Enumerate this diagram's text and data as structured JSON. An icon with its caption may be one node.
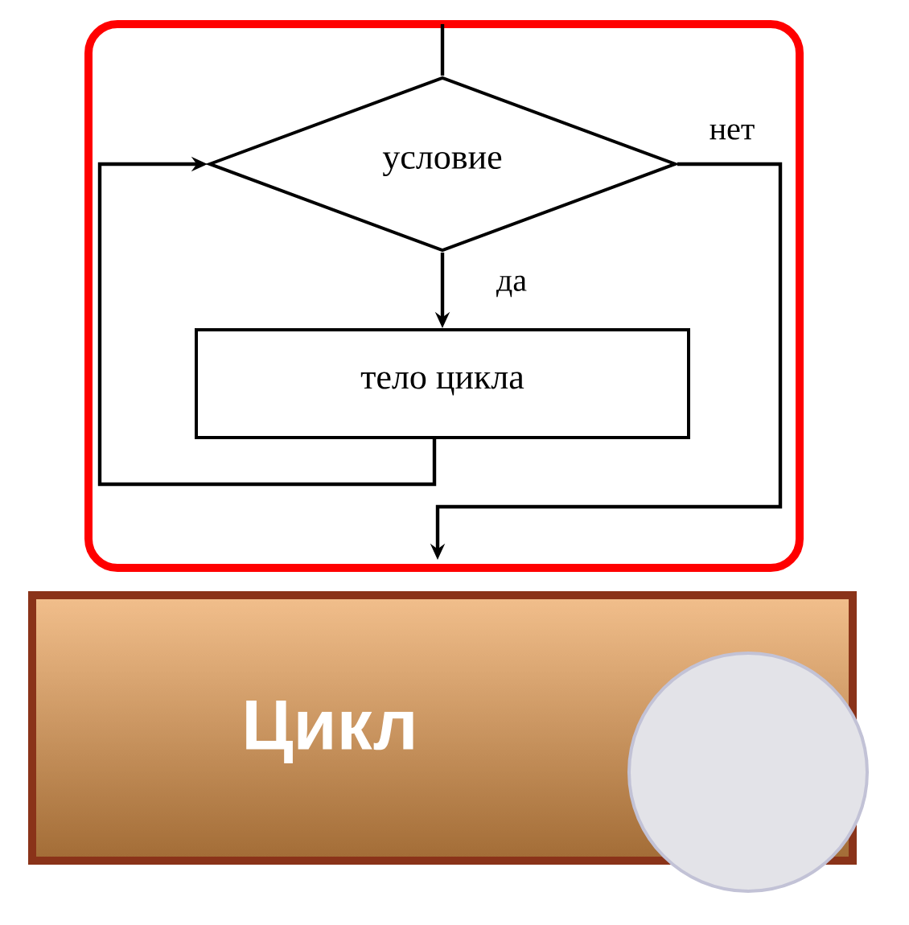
{
  "diagram": {
    "nodes": [
      {
        "text": [
          "условие"
        ]
      },
      {
        "text": [
          "тело цикла"
        ]
      },
      {
        "text": [
          "Цикл"
        ]
      }
    ],
    "edges": [
      {
        "from": null,
        "to": 0,
        "arrow": "none"
      },
      {
        "from": 0,
        "to": 1,
        "arrow": "to",
        "label": "да"
      },
      {
        "from": 1,
        "to": 0,
        "arrow": "to"
      },
      {
        "from": 0,
        "to": null,
        "arrow": "to",
        "label": "нет"
      }
    ]
  }
}
